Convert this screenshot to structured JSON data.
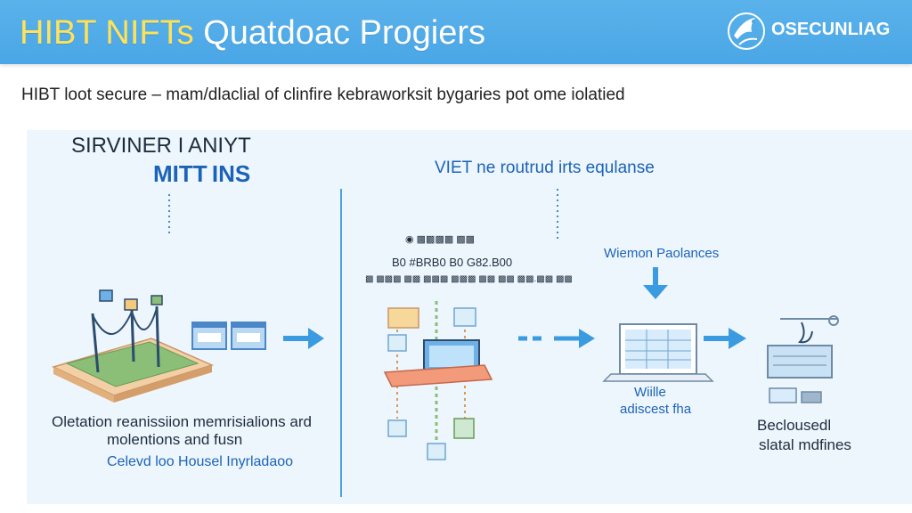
{
  "header": {
    "title_part1": "HIBT NIFTs",
    "title_part2": " Quatdoac Progiers",
    "logo_text": "OSECUNLIAG",
    "logo_icon": "bird-logo-icon"
  },
  "subtitle": "HIBT loot secure – mam/dlaclial of clinfire kebraworksit bygaries pot ome iolatied",
  "left_section": {
    "heading_line1": "SIRVINER I ANIYT",
    "heading_line2": "MITT INS",
    "caption_line1": "Oletation reanissiion memrisialions ard",
    "caption_line2": "molentions and fusn",
    "caption_line3": "Celevd loo Housel Inyrladaoo"
  },
  "middle_section": {
    "heading": "VIET ne routrud irts equlanse",
    "info_line1": "◉ ▩▩▩▩ ▩▩",
    "info_line2": "B0 #BRB0 B0 G82.B00",
    "info_line3": "▩ ▩▩▩ ▩▩ ▩▩▩ ▩▩▩ ▩▩ ▩▩ ▩▩.▩▩ ▩▩"
  },
  "right_section": {
    "label_top": "Wiemon Paolances",
    "monitor_caption_line1": "Wiille",
    "monitor_caption_line2": "adiscest fha",
    "device_caption_line1": "Beclousedl",
    "device_caption_line2": "slatal mdfines"
  },
  "colors": {
    "header_bg": "#4aa6e6",
    "accent_yellow": "#ffe25a",
    "arrow_blue": "#3b9be0",
    "panel_bg": "#eef6fd",
    "divider": "#4aa1e0"
  }
}
